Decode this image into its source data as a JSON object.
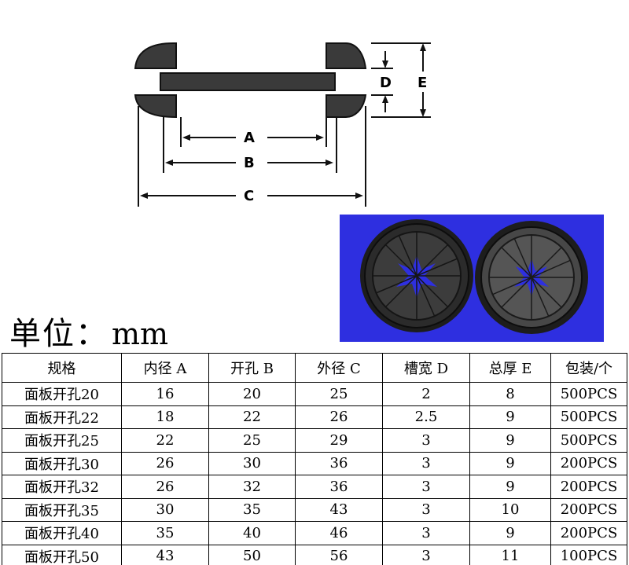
{
  "diagram": {
    "labels": {
      "a": "A",
      "b": "B",
      "c": "C",
      "d": "D",
      "e": "E"
    }
  },
  "photo": {
    "background": "#2e2fe0"
  },
  "unit": {
    "label": "单位：",
    "value": "mm"
  },
  "table": {
    "headers": [
      "规格",
      "内径 A",
      "开孔 B",
      "外径 C",
      "槽宽 D",
      "总厚 E",
      "包装/个"
    ],
    "rows": [
      [
        "面板开孔20",
        "16",
        "20",
        "25",
        "2",
        "8",
        "500PCS"
      ],
      [
        "面板开孔22",
        "18",
        "22",
        "26",
        "2.5",
        "9",
        "500PCS"
      ],
      [
        "面板开孔25",
        "22",
        "25",
        "29",
        "3",
        "9",
        "500PCS"
      ],
      [
        "面板开孔30",
        "26",
        "30",
        "36",
        "3",
        "9",
        "200PCS"
      ],
      [
        "面板开孔32",
        "26",
        "32",
        "36",
        "3",
        "9",
        "200PCS"
      ],
      [
        "面板开孔35",
        "30",
        "35",
        "43",
        "3",
        "10",
        "200PCS"
      ],
      [
        "面板开孔40",
        "35",
        "40",
        "46",
        "3",
        "9",
        "200PCS"
      ],
      [
        "面板开孔50",
        "43",
        "50",
        "56",
        "3",
        "11",
        "100PCS"
      ]
    ]
  }
}
